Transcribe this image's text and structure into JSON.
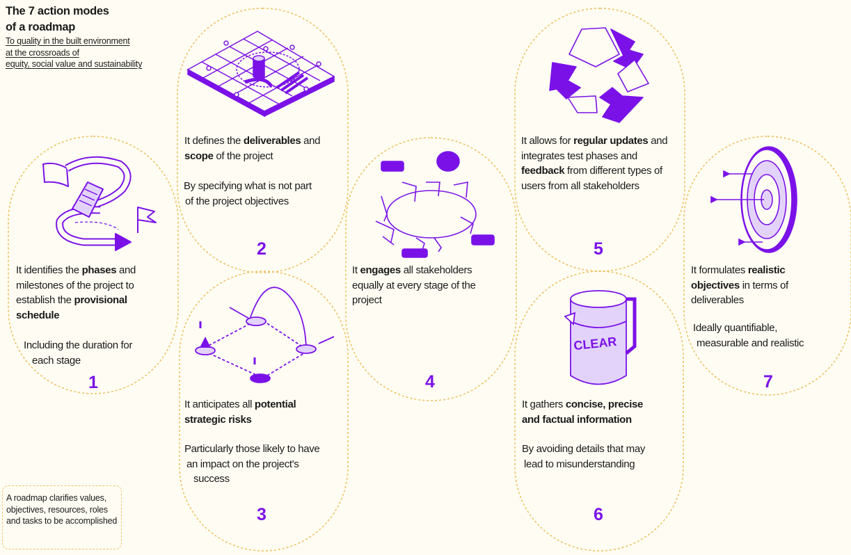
{
  "title": {
    "line1": "The 7 action modes",
    "line2": "of a roadmap"
  },
  "subtitle": [
    "To quality in the built environment",
    "at the crossroads of",
    "equity, social value and sustainability"
  ],
  "steps": [
    {
      "number": "1",
      "main": [
        "It identifies the ",
        "phases",
        " and milestones of the project to establish the ",
        "provisional schedule"
      ],
      "detail": [
        "Including the duration for",
        "each stage"
      ]
    },
    {
      "number": "2",
      "main": [
        "It defines the ",
        "deliverables",
        " and ",
        "scope",
        " of the project"
      ],
      "detail": [
        "By specifying what is not part",
        "of the project objectives"
      ]
    },
    {
      "number": "3",
      "main": [
        "It anticipates all ",
        "potential strategic risks"
      ],
      "detail": [
        "Particularly those likely to have",
        "an impact on the project's",
        "success"
      ]
    },
    {
      "number": "4",
      "main": [
        "It ",
        "engages",
        " all stakeholders equally at every stage of the project"
      ],
      "detail": []
    },
    {
      "number": "5",
      "main": [
        "It allows for ",
        "regular updates",
        " and integrates test phases and ",
        "feedback",
        " from different types of users from all stakeholders"
      ],
      "detail": []
    },
    {
      "number": "6",
      "main": [
        "It gathers ",
        "concise, precise and factual information"
      ],
      "detail": [
        "By avoiding details that may",
        "lead to misunderstanding"
      ]
    },
    {
      "number": "7",
      "main": [
        "It formulates ",
        "realistic objectives",
        " in terms of deliverables"
      ],
      "detail": [
        "Ideally quantifiable,",
        "measurable and realistic"
      ]
    }
  ],
  "jug_label": "CLEAR",
  "note": "A roadmap clarifies values, objectives, resources, roles and tasks to be accomplished",
  "colors": {
    "accent": "#7a12e8",
    "dash": "#f0c36a",
    "background": "#fffdf3",
    "light_purple": "#e3d3fb"
  }
}
